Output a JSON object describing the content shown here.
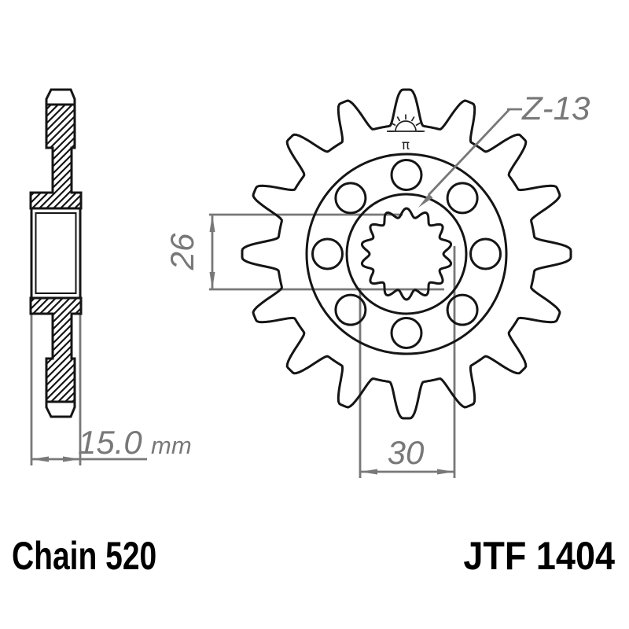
{
  "labels": {
    "teeth_label": "Z-13",
    "dim_inner_spline": "26",
    "dim_outer_spline": "30",
    "dim_hub_width": "15.0",
    "dim_hub_width_unit": "mm",
    "chain": "Chain 520",
    "part_number": "JTF 1404",
    "spec_mark": "π"
  },
  "colors": {
    "outline": "#151515",
    "dimension": "#787878",
    "background": "#ffffff",
    "label_text": "#000000"
  },
  "icons": {
    "sun_icon": "sunrise-heat-treatment-mark",
    "leader_arrow": "leader-arrowhead"
  },
  "figure": {
    "type": "technical-drawing",
    "views": [
      "side-section-view",
      "front-view"
    ],
    "teeth_drawn": 16,
    "bolt_holes": 8,
    "spline_lobes": 14
  }
}
